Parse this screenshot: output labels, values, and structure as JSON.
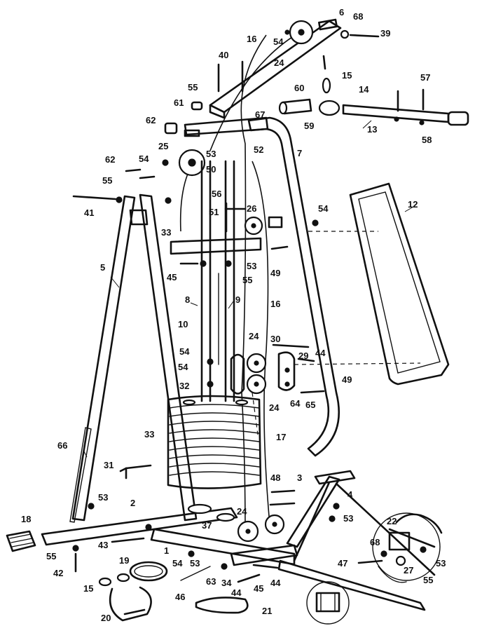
{
  "callouts": [
    {
      "id": "1",
      "label": "1"
    },
    {
      "id": "2",
      "label": "2"
    },
    {
      "id": "3",
      "label": "3"
    },
    {
      "id": "4",
      "label": "4"
    },
    {
      "id": "5",
      "label": "5"
    },
    {
      "id": "6",
      "label": "6"
    },
    {
      "id": "7",
      "label": "7"
    },
    {
      "id": "8",
      "label": "8"
    },
    {
      "id": "9",
      "label": "9"
    },
    {
      "id": "10",
      "label": "10"
    },
    {
      "id": "12",
      "label": "12"
    },
    {
      "id": "13",
      "label": "13"
    },
    {
      "id": "14",
      "label": "14"
    },
    {
      "id": "15a",
      "label": "15"
    },
    {
      "id": "15b",
      "label": "15"
    },
    {
      "id": "16a",
      "label": "16"
    },
    {
      "id": "16b",
      "label": "16"
    },
    {
      "id": "17",
      "label": "17"
    },
    {
      "id": "18",
      "label": "18"
    },
    {
      "id": "19",
      "label": "19"
    },
    {
      "id": "20",
      "label": "20"
    },
    {
      "id": "21",
      "label": "21"
    },
    {
      "id": "22",
      "label": "22"
    },
    {
      "id": "24a",
      "label": "24"
    },
    {
      "id": "24b",
      "label": "24"
    },
    {
      "id": "24c",
      "label": "24"
    },
    {
      "id": "24d",
      "label": "24"
    },
    {
      "id": "25",
      "label": "25"
    },
    {
      "id": "26",
      "label": "26"
    },
    {
      "id": "27",
      "label": "27"
    },
    {
      "id": "29",
      "label": "29"
    },
    {
      "id": "30",
      "label": "30"
    },
    {
      "id": "31",
      "label": "31"
    },
    {
      "id": "32",
      "label": "32"
    },
    {
      "id": "33a",
      "label": "33"
    },
    {
      "id": "33b",
      "label": "33"
    },
    {
      "id": "34",
      "label": "34"
    },
    {
      "id": "37",
      "label": "37"
    },
    {
      "id": "39",
      "label": "39"
    },
    {
      "id": "40",
      "label": "40"
    },
    {
      "id": "41",
      "label": "41"
    },
    {
      "id": "42",
      "label": "42"
    },
    {
      "id": "43",
      "label": "43"
    },
    {
      "id": "44a",
      "label": "44"
    },
    {
      "id": "44b",
      "label": "44"
    },
    {
      "id": "44c",
      "label": "44"
    },
    {
      "id": "45a",
      "label": "45"
    },
    {
      "id": "45b",
      "label": "45"
    },
    {
      "id": "46",
      "label": "46"
    },
    {
      "id": "47",
      "label": "47"
    },
    {
      "id": "48",
      "label": "48"
    },
    {
      "id": "49a",
      "label": "49"
    },
    {
      "id": "49b",
      "label": "49"
    },
    {
      "id": "50",
      "label": "50"
    },
    {
      "id": "51",
      "label": "51"
    },
    {
      "id": "52",
      "label": "52"
    },
    {
      "id": "53a",
      "label": "53"
    },
    {
      "id": "53b",
      "label": "53"
    },
    {
      "id": "53c",
      "label": "53"
    },
    {
      "id": "53d",
      "label": "53"
    },
    {
      "id": "53e",
      "label": "53"
    },
    {
      "id": "53f",
      "label": "53"
    },
    {
      "id": "54a",
      "label": "54"
    },
    {
      "id": "54b",
      "label": "54"
    },
    {
      "id": "54c",
      "label": "54"
    },
    {
      "id": "54d",
      "label": "54"
    },
    {
      "id": "54e",
      "label": "54"
    },
    {
      "id": "54f",
      "label": "54"
    },
    {
      "id": "55a",
      "label": "55"
    },
    {
      "id": "55b",
      "label": "55"
    },
    {
      "id": "55c",
      "label": "55"
    },
    {
      "id": "55d",
      "label": "55"
    },
    {
      "id": "55e",
      "label": "55"
    },
    {
      "id": "56",
      "label": "56"
    },
    {
      "id": "57",
      "label": "57"
    },
    {
      "id": "58",
      "label": "58"
    },
    {
      "id": "59",
      "label": "59"
    },
    {
      "id": "60",
      "label": "60"
    },
    {
      "id": "61",
      "label": "61"
    },
    {
      "id": "62a",
      "label": "62"
    },
    {
      "id": "62b",
      "label": "62"
    },
    {
      "id": "63",
      "label": "63"
    },
    {
      "id": "64",
      "label": "64"
    },
    {
      "id": "65",
      "label": "65"
    },
    {
      "id": "66",
      "label": "66"
    },
    {
      "id": "67",
      "label": "67"
    },
    {
      "id": "68a",
      "label": "68"
    },
    {
      "id": "68b",
      "label": "68"
    }
  ]
}
